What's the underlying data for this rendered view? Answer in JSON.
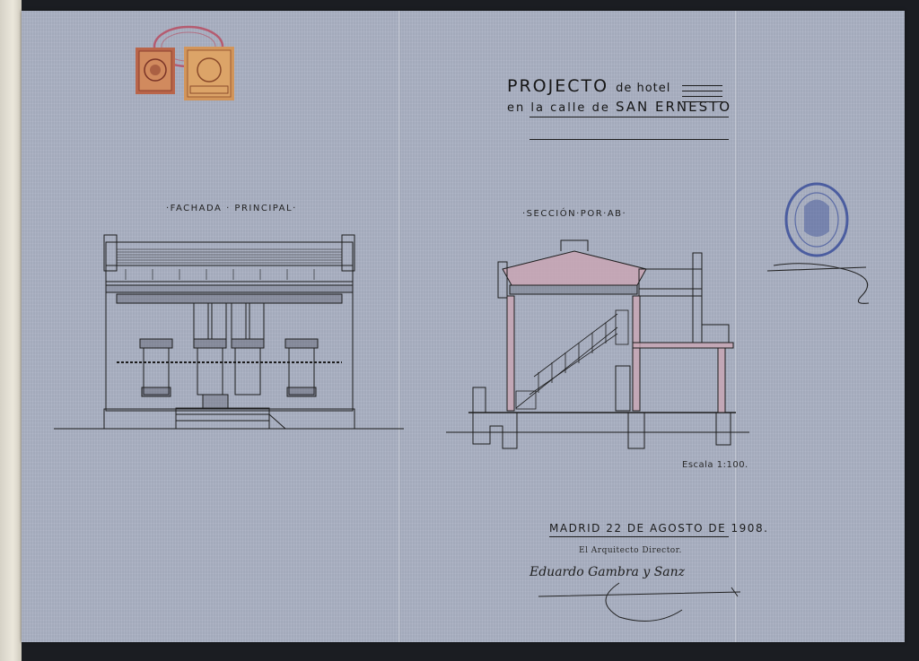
{
  "document": {
    "title_line1_a": "PROJECTO",
    "title_line1_b": "de hotel",
    "title_line2_a": "en la calle",
    "title_line2_b": "de",
    "title_line2_c": "SAN ERNESTO",
    "facade_caption": "·FACHADA · PRINCIPAL·",
    "section_caption": "·SECCIÓN·POR·AB·",
    "scale": "Escala 1:100.",
    "date": "MADRID 22 DE AGOSTO DE 1908.",
    "architect_title": "El Arquitecto Director.",
    "signature": "Eduardo Gambra y Sanz"
  },
  "colors": {
    "paper": "#a9b0c2",
    "ink": "#1d1d1d",
    "section_wash": "#c9a6b4",
    "stamp_red": "#b8475c",
    "stamp_blue": "#3b4f9a",
    "revenue_stamp": "#c0834f"
  },
  "icons": [
    "revenue-stamp",
    "red-seal",
    "blue-seal"
  ]
}
